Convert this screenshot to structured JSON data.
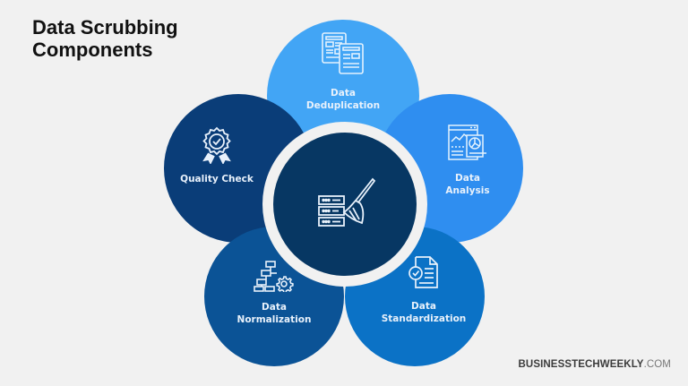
{
  "title": {
    "line1": "Data Scrubbing",
    "line2": "Components"
  },
  "center": {
    "icon": "server-broom-icon",
    "color": "#073763"
  },
  "components": [
    {
      "id": "deduplication",
      "line1": "Data",
      "line2": "Deduplication",
      "icon": "duplicate-documents-icon",
      "color": "#42a5f5"
    },
    {
      "id": "analysis",
      "line1": "Data",
      "line2": "Analysis",
      "icon": "analytics-dashboard-icon",
      "color": "#2f8ef0"
    },
    {
      "id": "standardization",
      "line1": "Data",
      "line2": "Standardization",
      "icon": "document-check-icon",
      "color": "#0b72c6"
    },
    {
      "id": "normalization",
      "line1": "Data",
      "line2": "Normalization",
      "icon": "hierarchy-gear-icon",
      "color": "#0b5396"
    },
    {
      "id": "quality-check",
      "line1": "Quality Check",
      "line2": "",
      "icon": "award-badge-check-icon",
      "color": "#0a3d78"
    }
  ],
  "footer": {
    "brand_bold": "BUSINESSTECHWEEKLY",
    "brand_suffix": ".COM"
  },
  "colors": {
    "background": "#f1f1f1",
    "title": "#111111"
  }
}
